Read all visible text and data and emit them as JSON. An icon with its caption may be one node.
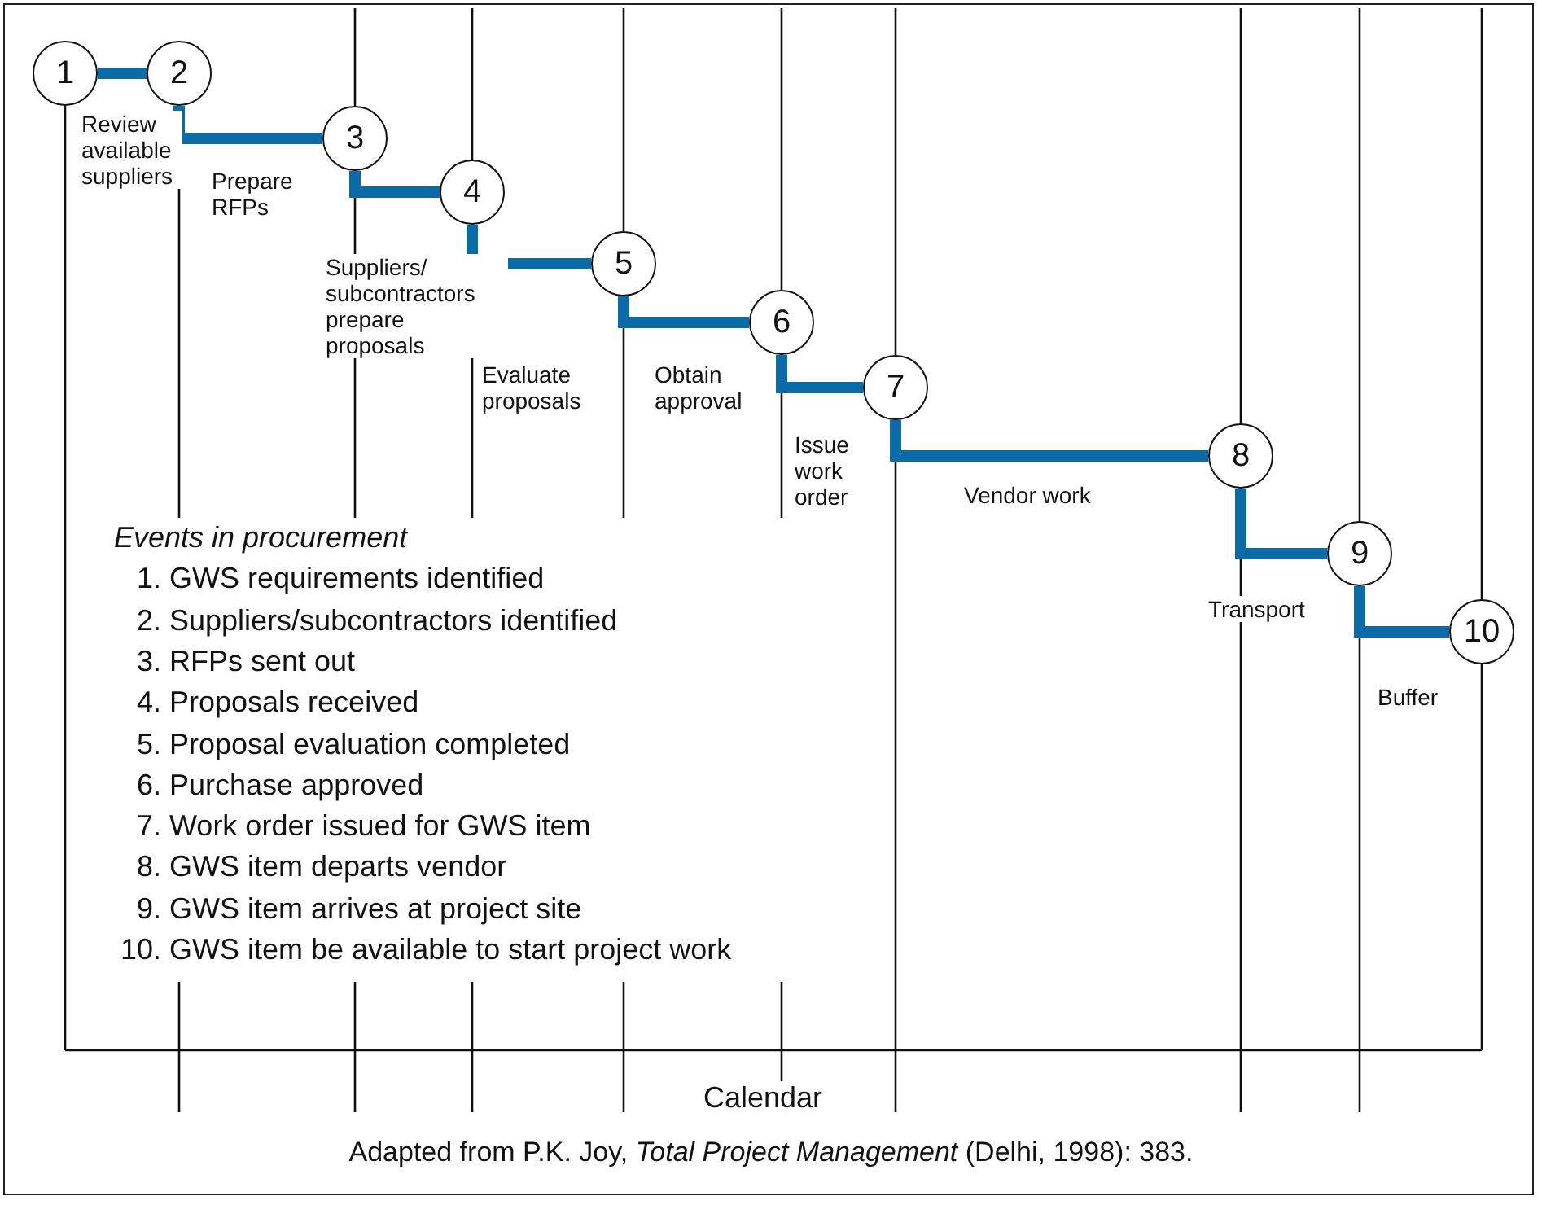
{
  "diagram": {
    "caption": "Adapted from P.K. Joy, *Total Project Management* (Delhi, 1998): 383.",
    "nodes": [
      {
        "text": [
          "1"
        ]
      },
      {
        "text": [
          "2"
        ]
      },
      {
        "text": [
          "3"
        ]
      },
      {
        "text": [
          "4"
        ]
      },
      {
        "text": [
          "5"
        ]
      },
      {
        "text": [
          "6"
        ]
      },
      {
        "text": [
          "7"
        ]
      },
      {
        "text": [
          "8"
        ]
      },
      {
        "text": [
          "9"
        ]
      },
      {
        "text": [
          "10"
        ]
      }
    ],
    "edges": [
      {
        "from": 0,
        "to": 1,
        "arrow": "none"
      },
      {
        "from": 1,
        "to": 2,
        "arrow": "none"
      },
      {
        "from": 2,
        "to": 3,
        "arrow": "none"
      },
      {
        "from": 3,
        "to": 4,
        "arrow": "none"
      },
      {
        "from": 4,
        "to": 5,
        "arrow": "none"
      },
      {
        "from": 5,
        "to": 6,
        "arrow": "none"
      },
      {
        "from": 6,
        "to": 7,
        "arrow": "none"
      },
      {
        "from": 7,
        "to": 8,
        "arrow": "none"
      },
      {
        "from": 8,
        "to": 9,
        "arrow": "none"
      }
    ],
    "labels": [
      "Review available suppliers",
      "Prepare RFPs",
      "Suppliers/ subcontractors prepare proposals",
      "Evaluate proposals",
      "Obtain approval",
      "Issue work order",
      "Vendor work",
      "Transport",
      "Buffer",
      "Events in procurement",
      "1. GWS requirements identified",
      "2. Suppliers/subcontractors identified",
      "3. RFPs sent out",
      "4. Proposals received",
      "5. Proposal evaluation completed",
      "6. Purchase approved",
      "7. Work order issued for GWS item",
      "8. GWS item departs vendor",
      "9. GWS item arrives at project site",
      "10. GWS item be available to start project work",
      "Calendar"
    ]
  }
}
